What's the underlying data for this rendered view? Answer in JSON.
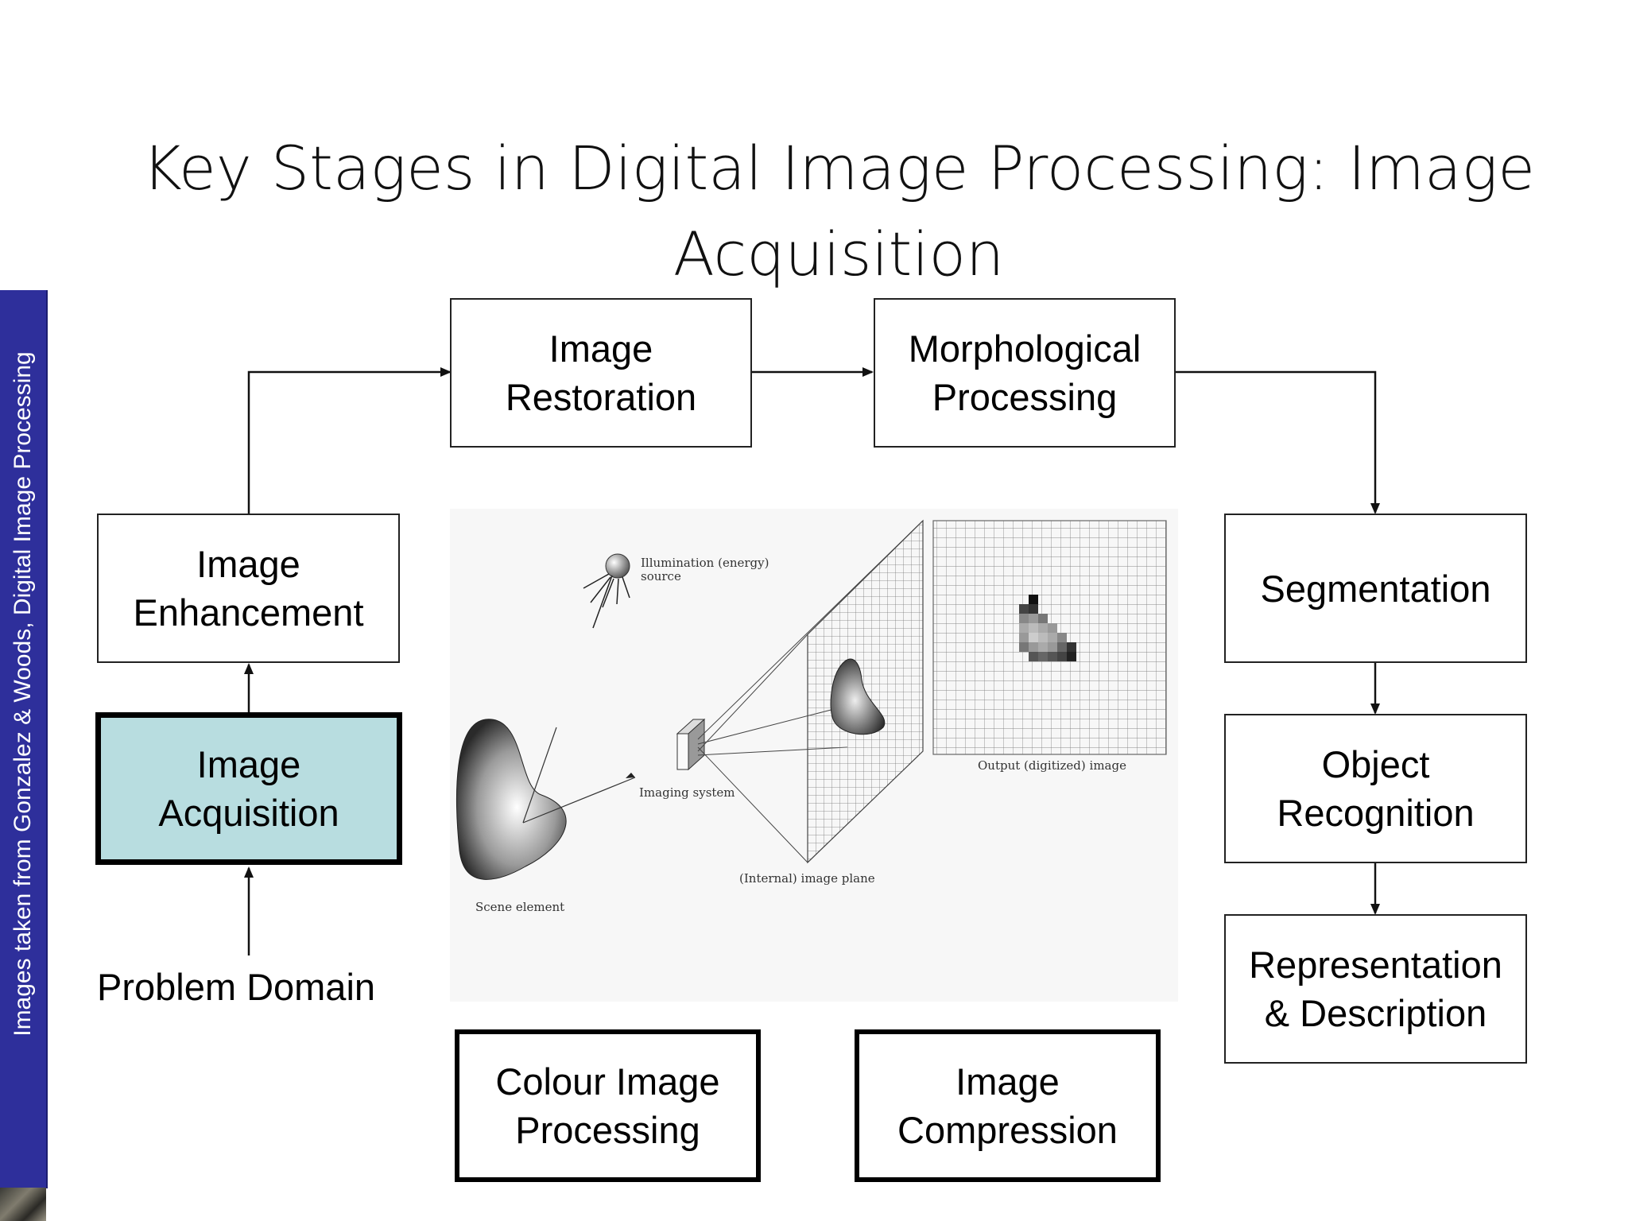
{
  "slide": {
    "title": "Key Stages in Digital Image Processing: Image\nAcquisition",
    "side_caption": "Images taken from Gonzalez & Woods, Digital Image Processing"
  },
  "stages": {
    "image_restoration": "Image\nRestoration",
    "morphological_processing": "Morphological\nProcessing",
    "image_enhancement": "Image\nEnhancement",
    "image_acquisition": "Image\nAcquisition",
    "segmentation": "Segmentation",
    "object_recognition": "Object\nRecognition",
    "representation_description": "Representation\n& Description",
    "colour_image_processing": "Colour Image\nProcessing",
    "image_compression": "Image\nCompression",
    "problem_domain": "Problem Domain"
  },
  "highlighted_stage": "Image Acquisition",
  "colors": {
    "side_band": "#2e2f9b",
    "active_box": "#b8dde0"
  },
  "figure": {
    "illumination_source": "Illumination (energy)\nsource",
    "imaging_system": "Imaging system",
    "internal_image_plane": "(Internal) image plane",
    "output_image": "Output (digitized) image",
    "scene_element": "Scene element"
  }
}
